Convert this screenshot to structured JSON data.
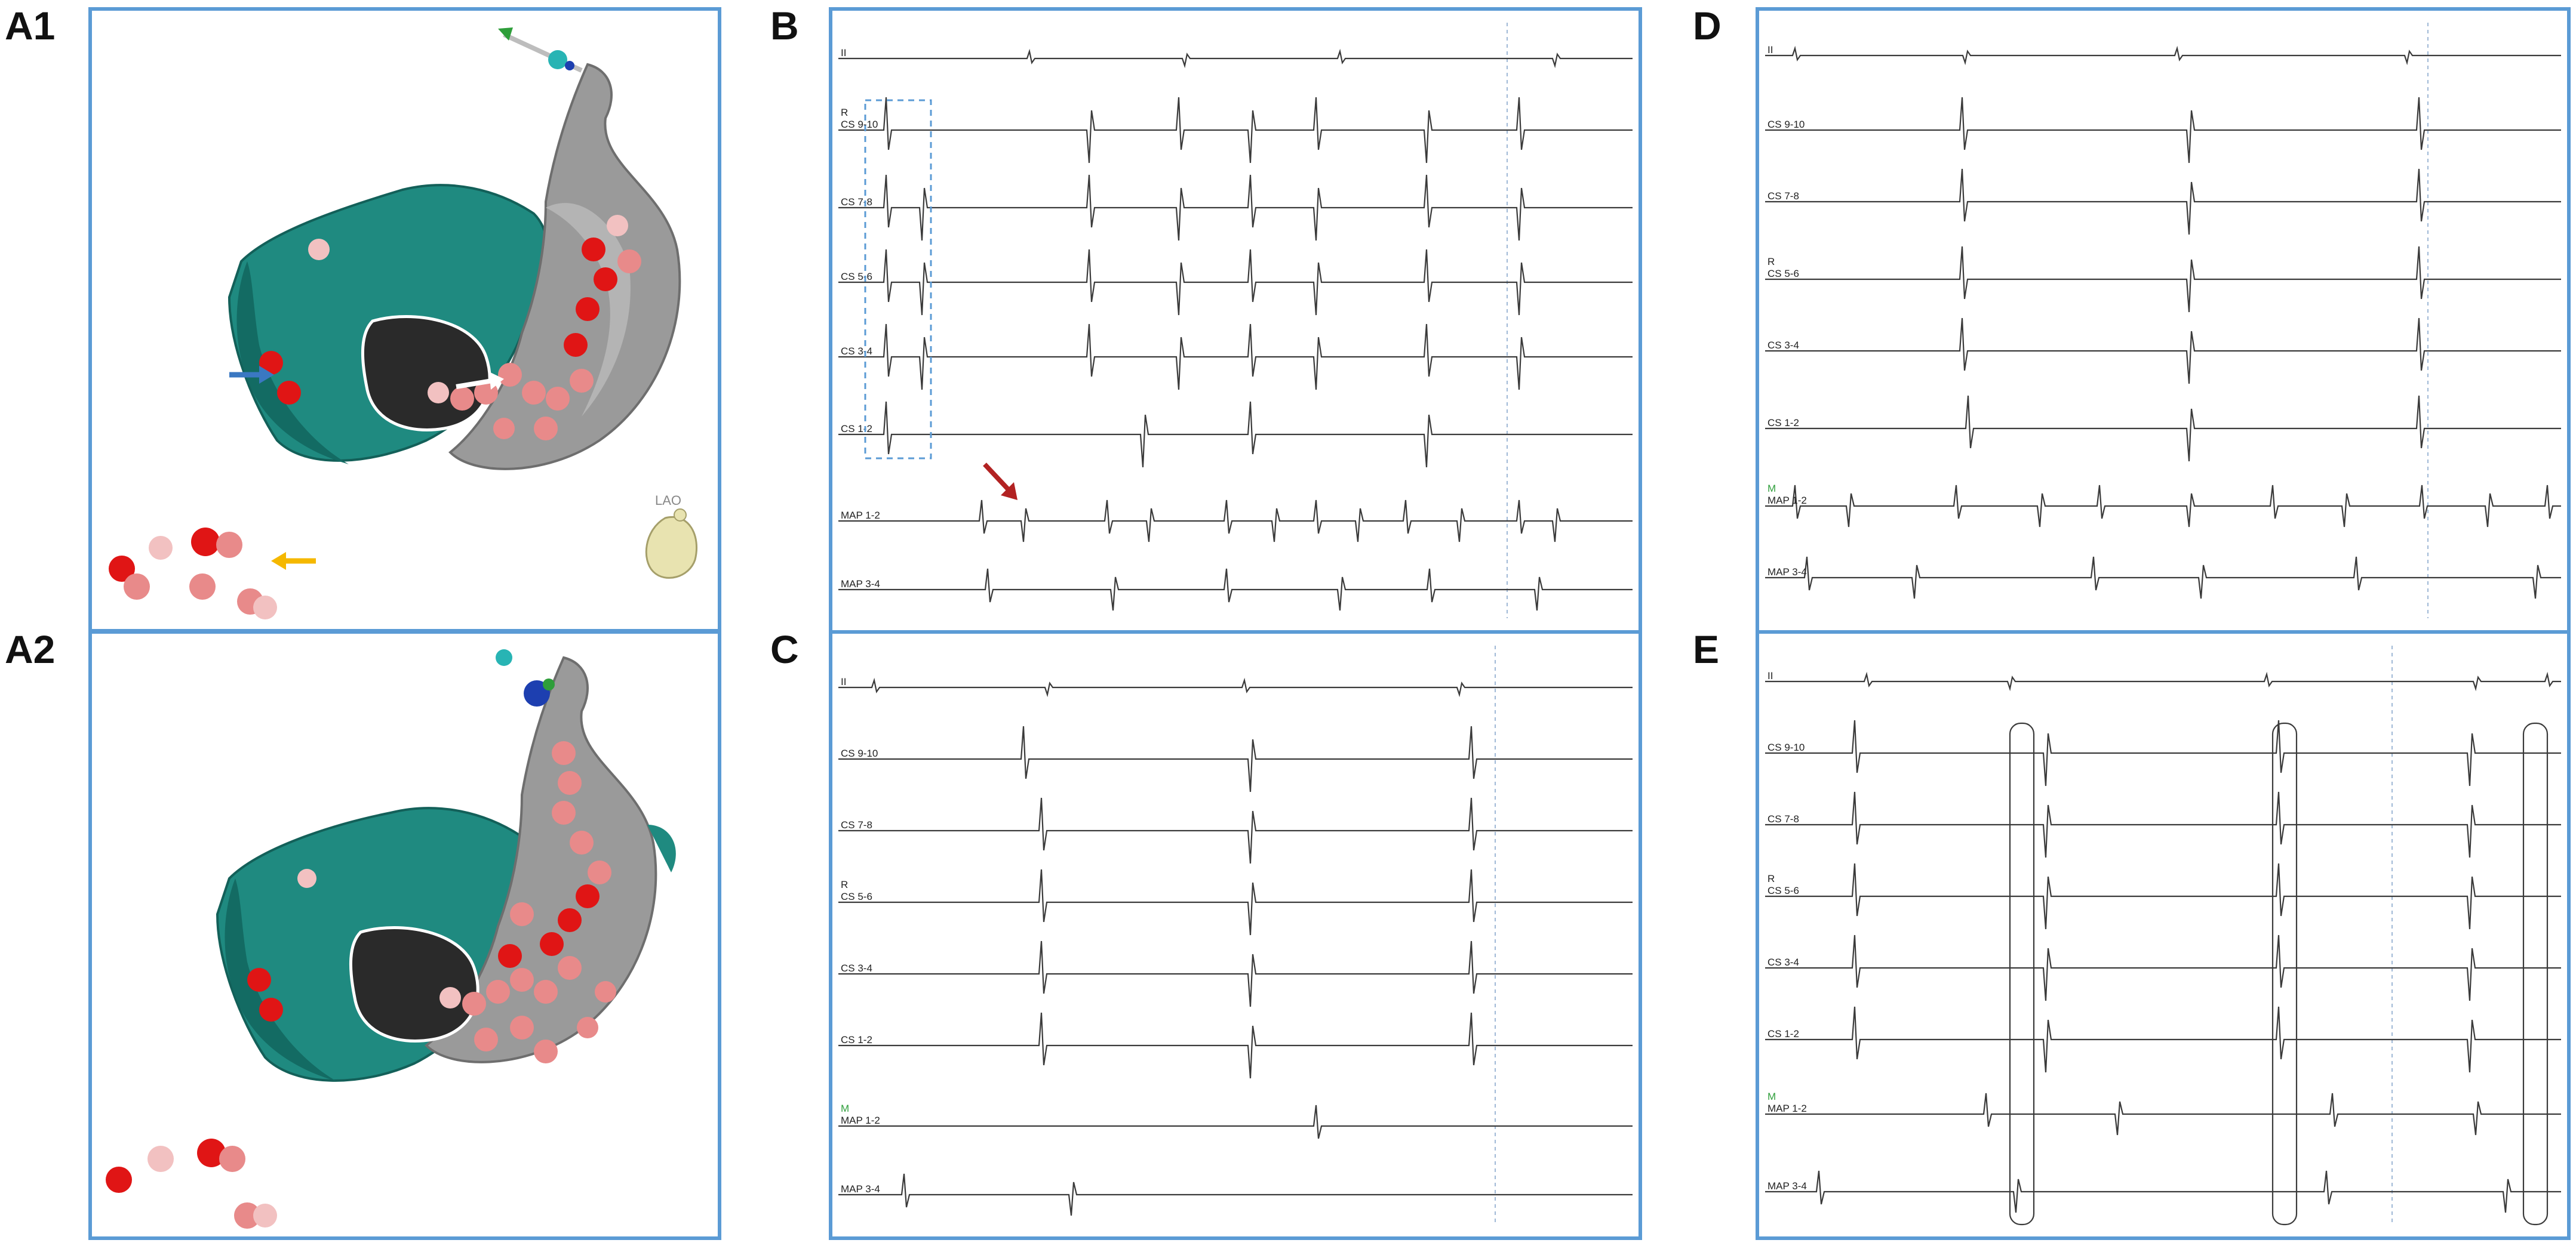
{
  "figure": {
    "panel_labels": [
      "A1",
      "A2",
      "B",
      "C",
      "D",
      "E"
    ],
    "view_label": "LAO"
  },
  "egm_panels": {
    "B": {
      "marker_labels": [
        "R"
      ],
      "channels": [
        "II",
        "CS 9-10",
        "CS 7-8",
        "CS 5-6",
        "CS 3-4",
        "CS 1-2",
        "MAP 1-2",
        "MAP 3-4"
      ]
    },
    "C": {
      "marker_labels": [
        "R",
        "M"
      ],
      "channels": [
        "II",
        "CS 9-10",
        "CS 7-8",
        "CS 5-6",
        "CS 3-4",
        "CS 1-2",
        "MAP 1-2",
        "MAP 3-4"
      ]
    },
    "D": {
      "marker_labels": [
        "R",
        "M"
      ],
      "channels": [
        "II",
        "CS 9-10",
        "CS 7-8",
        "CS 5-6",
        "CS 3-4",
        "CS 1-2",
        "MAP 1-2",
        "MAP 3-4"
      ]
    },
    "E": {
      "marker_labels": [
        "R",
        "M"
      ],
      "channels": [
        "II",
        "CS 9-10",
        "CS 7-8",
        "CS 5-6",
        "CS 3-4",
        "CS 1-2",
        "MAP 1-2",
        "MAP 3-4"
      ]
    }
  },
  "colors": {
    "frame": "#5b9bd5",
    "trace": "#3a3a3a",
    "atrium_teal": "#1f8a80",
    "atrium_grey": "#9a9a9a",
    "lesion_red": "#e01515",
    "lesion_pink": "#e88a8a",
    "arrow_blue": "#3a78c2",
    "arrow_yellow": "#f5b800",
    "arrow_red": "#b22222"
  }
}
